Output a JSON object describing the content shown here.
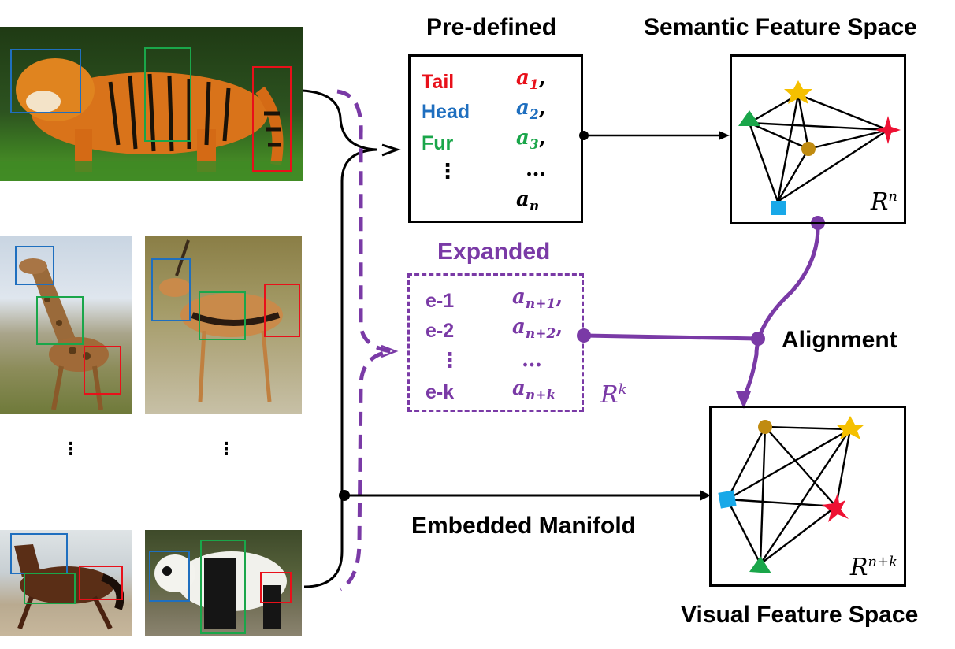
{
  "titles": {
    "predefined": "Pre-defined",
    "semantic_space": "Semantic Feature Space",
    "expanded": "Expanded",
    "alignment": "Alignment",
    "embedded_manifold": "Embedded Manifold",
    "visual_space": "Visual Feature Space"
  },
  "predefined_attributes": [
    {
      "name": "Tail",
      "symbol": "a",
      "index": "1",
      "sep": ",",
      "color": "#e8101a"
    },
    {
      "name": "Head",
      "symbol": "a",
      "index": "2",
      "sep": ",",
      "color": "#1f6fbf"
    },
    {
      "name": "Fur",
      "symbol": "a",
      "index": "3",
      "sep": ",",
      "color": "#1aa64a"
    },
    {
      "name": "⋮",
      "symbol": "…",
      "index": "",
      "sep": "",
      "color": "#000000"
    },
    {
      "name": "",
      "symbol": "a",
      "index": "n",
      "sep": "",
      "color": "#000000"
    }
  ],
  "expanded_attributes": [
    {
      "name": "e-1",
      "symbol": "a",
      "index": "n+1",
      "sep": ","
    },
    {
      "name": "e-2",
      "symbol": "a",
      "index": "n+2",
      "sep": ","
    },
    {
      "name": "⋮",
      "symbol": "…",
      "index": "",
      "sep": ""
    },
    {
      "name": "e-k",
      "symbol": "a",
      "index": "n+k",
      "sep": ""
    }
  ],
  "space_labels": {
    "semantic": {
      "base": "R",
      "exp": "n"
    },
    "expanded": {
      "base": "R",
      "exp": "k"
    },
    "visual": {
      "base": "R",
      "exp": "n+k"
    }
  },
  "images": [
    "tiger",
    "giraffe",
    "gazelle",
    "horse",
    "panda"
  ],
  "bbox_legend": {
    "tail": "#e8101a",
    "head": "#1f6fbf",
    "fur": "#1aa64a"
  },
  "colors": {
    "purple": "#7a3aa6",
    "black": "#000000",
    "star": "#f5c000",
    "circle": "#c08b10",
    "triangle": "#1aa64a",
    "square": "#18a8e8",
    "sparkle": "#ee1133"
  },
  "marker_icons": [
    "star-icon",
    "sparkle-icon",
    "circle-icon",
    "triangle-icon",
    "square-icon"
  ]
}
